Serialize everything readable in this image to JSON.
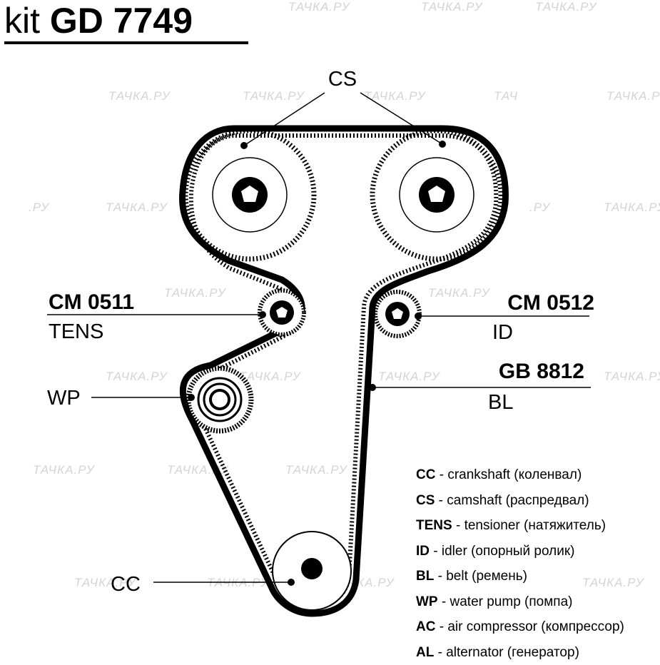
{
  "title": {
    "prefix": "kit",
    "code": "GD 7749"
  },
  "watermark": {
    "text": "ТАЧКА.РУ",
    "fragment_short": "ТАЧ",
    "fragment_end": ".РУ"
  },
  "labels": {
    "cs": "CS",
    "tensioner_part": "CM 0511",
    "tensioner_role": "TENS",
    "idler_part": "CM 0512",
    "idler_role": "ID",
    "belt_part": "GB 8812",
    "belt_role": "BL",
    "water_pump": "WP",
    "crankshaft": "CC"
  },
  "legend": [
    {
      "abbr": "CC",
      "sep": " - ",
      "desc": "crankshaft (коленвал)"
    },
    {
      "abbr": "CS",
      "sep": " - ",
      "desc": "camshaft (распредвал)"
    },
    {
      "abbr": "TENS",
      "sep": " - ",
      "desc": "tensioner (натяжитель)"
    },
    {
      "abbr": "ID",
      "sep": " - ",
      "desc": "idler (опорный ролик)"
    },
    {
      "abbr": "BL",
      "sep": " - ",
      "desc": "belt (ремень)"
    },
    {
      "abbr": "WP",
      "sep": " - ",
      "desc": "water pump (помпа)"
    },
    {
      "abbr": "AC",
      "sep": " - ",
      "desc": "air compressor (компрессор)"
    },
    {
      "abbr": "AL",
      "sep": " - ",
      "desc": "alternator (генератор)"
    }
  ],
  "colors": {
    "ink": "#000000",
    "watermark": "#d4d4d4",
    "background": "#ffffff"
  }
}
